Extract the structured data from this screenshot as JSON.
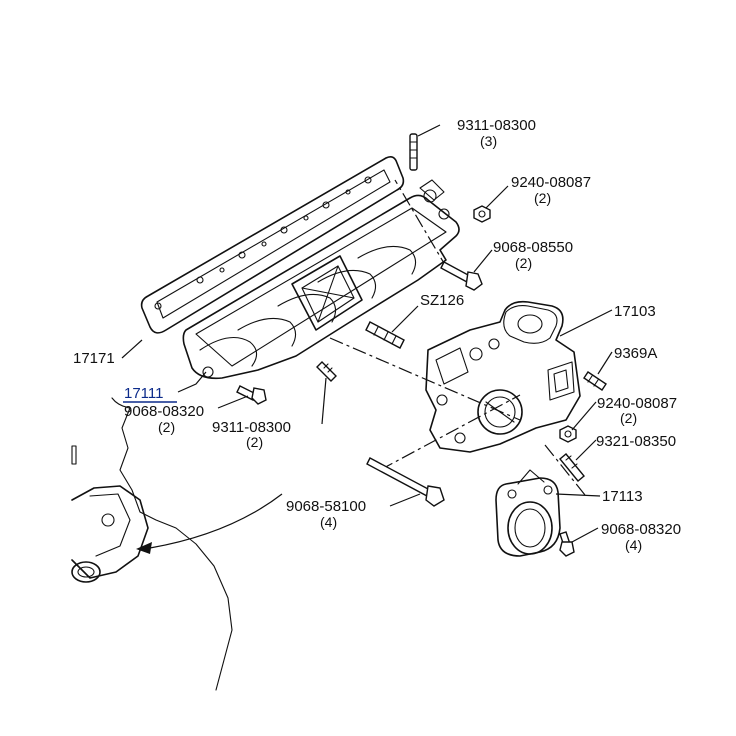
{
  "diagram": {
    "callouts": [
      {
        "id": "9311-08300-top",
        "number": "9311-08300",
        "qty": "(3)"
      },
      {
        "id": "9240-08087-top",
        "number": "9240-08087",
        "qty": "(2)"
      },
      {
        "id": "9068-08550",
        "number": "9068-08550",
        "qty": "(2)"
      },
      {
        "id": "sz126",
        "number": "SZ126",
        "qty": ""
      },
      {
        "id": "17103",
        "number": "17103",
        "qty": ""
      },
      {
        "id": "9369a",
        "number": "9369A",
        "qty": ""
      },
      {
        "id": "9240-08087-right",
        "number": "9240-08087",
        "qty": "(2)"
      },
      {
        "id": "9321-08350",
        "number": "9321-08350",
        "qty": ""
      },
      {
        "id": "17113",
        "number": "17113",
        "qty": ""
      },
      {
        "id": "9068-08320-right",
        "number": "9068-08320",
        "qty": "(4)"
      },
      {
        "id": "17171",
        "number": "17171",
        "qty": ""
      },
      {
        "id": "17111",
        "number": "17111",
        "qty": ""
      },
      {
        "id": "9068-08320-left",
        "number": "9068-08320",
        "qty": "(2)"
      },
      {
        "id": "9311-08300-bottom",
        "number": "9311-08300",
        "qty": "(2)"
      },
      {
        "id": "9068-58100",
        "number": "9068-58100",
        "qty": "(4)"
      }
    ],
    "selected_callout": "17111",
    "colors": {
      "line": "#111111",
      "background": "#ffffff",
      "selected_underline": "#0b2a8a"
    }
  }
}
